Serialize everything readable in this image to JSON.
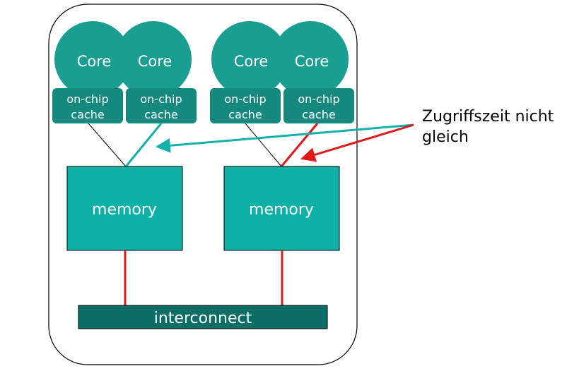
{
  "cores": [
    "Core",
    "Core",
    "Core",
    "Core"
  ],
  "caches": [
    {
      "line1": "on-chip",
      "line2": "cache"
    },
    {
      "line1": "on-chip",
      "line2": "cache"
    },
    {
      "line1": "on-chip",
      "line2": "cache"
    },
    {
      "line1": "on-chip",
      "line2": "cache"
    }
  ],
  "memories": [
    "memory",
    "memory"
  ],
  "interconnect": "interconnect",
  "annotation": {
    "line1": "Zugriffszeit nicht",
    "line2": "gleich"
  },
  "colors": {
    "core_fill": "#1a9e92",
    "cache_fill": "#15897e",
    "memory_fill": "#0fb0a6",
    "interconnect_fill": "#0d6e65",
    "teal_line": "#14b1aa",
    "red_line": "#e0181b",
    "outline": "#000000"
  }
}
